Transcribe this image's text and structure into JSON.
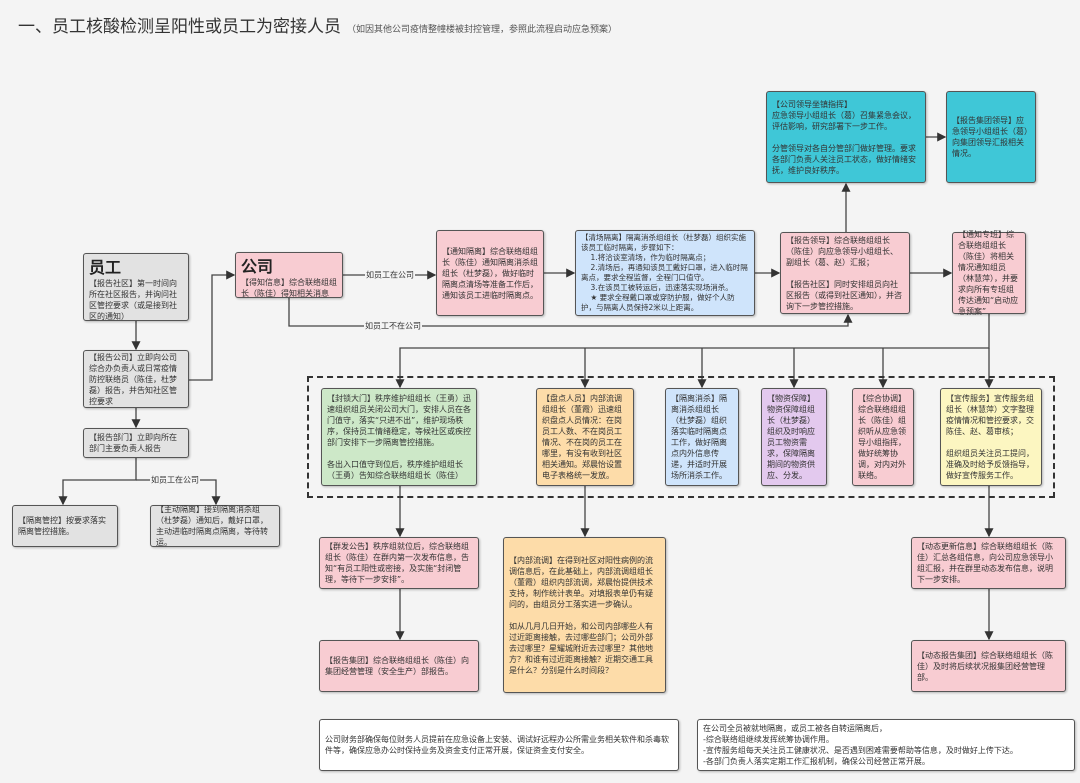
{
  "title": {
    "main": "一、员工核酸检测呈阳性或员工为密接人员",
    "note": "（如因其他公司疫情整幢楼被封控管理，参照此流程启动应急预案）"
  },
  "colors": {
    "grey": "#e2e2e2",
    "pink": "#f8ccd2",
    "blue": "#cfe4fb",
    "teal": "#3fc7d7",
    "green": "#cde8c8",
    "orange": "#fddca9",
    "purple": "#e3c9ee",
    "yellow": "#fcf6c1"
  },
  "edge_labels": {
    "in_company_1": "如员工在公司",
    "not_in_company": "如员工不在公司",
    "in_company_2": "如员工在公司"
  },
  "nodes": {
    "employee": {
      "heading": "员工",
      "text": "【报告社区】第一时间向所在社区报告，并询问社区管控要求（或是接到社区的通知）"
    },
    "report_company": {
      "text": "【报告公司】立即向公司综合办负责人或日常疫情防控联络员（陈佳，杜梦磊）报告，并告知社区管控要求"
    },
    "report_dept": {
      "text": "【报告部门】立即向所在部门主要负责人报告"
    },
    "isolation_control": {
      "text": "【隔离管控】按要求落实隔离管控措施。"
    },
    "self_isolation": {
      "text": "【主动隔离】接到隔离消杀组（杜梦磊）通知后，戴好口罩，主动进临时隔离点隔离，等待转运。"
    },
    "company": {
      "heading": "公司",
      "text": "【得知信息】综合联络组组长（陈佳）得知相关消息"
    },
    "notify_isolation": {
      "text": "【通知隔离】综合联络组组长（陈佳）通知隔离消杀组组长（杜梦磊），做好临时隔离点清场等准备工作后，通知该员工进临时隔离点。"
    },
    "clear_site": {
      "text": "【清场隔离】隔离消杀组组长（杜梦磊）组织实施该员工临时隔离，步骤如下：\n    1.将洽谈室清场，作为临时隔离点；\n    2.清场后，再通知该员工戴好口罩，进入临时隔离点，要求全程监督，全程门口值守。\n    3.在该员工被转运后，迅速落实现场消杀。\n    ★ 要求全程戴口罩或穿防护服，做好个人防护，与隔离人员保持2米以上距离。"
    },
    "report_leader": {
      "text": "【报告领导】综合联络组组长（陈佳）向应急领导小组组长、副组长（葛、赵）汇报；\n\n【报告社区】同时安排组员向社区报告（或得到社区通知），并咨询下一步管控措施。"
    },
    "notify_team": {
      "text": "【通知专班】综合联络组组长（陈佳）将相关情况通知组员（林慧萍），并要求向所有专班组传达通知“启动应急预案”"
    },
    "leader_command": {
      "text": "【公司领导坐镇指挥】\n应急领导小组组长（葛）召集紧急会议，评估影响，研究部署下一步工作。\n\n分管领导对各自分管部门做好管理。要求各部门负责人关注员工状态，做好情绪安抚，维护良好秩序。"
    },
    "report_group_leader": {
      "text": "【报告集团领导】应急领导小组组长（葛）向集团领导汇报相关情况。"
    },
    "lockdown_gate": {
      "text": "【封锁大门】秩序维护组组长（王勇）迅速组织组员关闭公司大门，安排人员在各门值守，落实“只进不出”，维护现场秩序，保持员工情绪稳定，等候社区或疾控部门安排下一步隔离管控措施。\n\n各出入口值守到位后，秩序维护组组长（王勇）告知综合联络组组长（陈佳）"
    },
    "headcount": {
      "text": "【盘点人员】内部流调组组长（董霞）迅速组织盘点人员情况：在岗员工人数、不在岗员工情况、不在岗的员工在哪里，有没有收到社区相关通知。郑晨怡设置电子表格统一发放。"
    },
    "disinfection": {
      "text": "【隔离消杀】隔离消杀组组长（杜梦磊）组织落实临时隔离点工作，做好隔离点内外信息传递，并适时开展场所消杀工作。"
    },
    "supplies": {
      "text": "【物资保障】物资保障组组长（杜梦磊）组织及时响应员工物资需求，保障隔离期间的物资供应、分发。"
    },
    "coordination": {
      "text": "【综合协调】综合联络组组长（陈佳）组织听从应急领导小组指挥，做好统筹协调，对内对外联络。"
    },
    "publicity": {
      "text": "【宣传服务】宣传服务组组长（林慧萍）文字整理疫情情况和管控要求，交陈佳、赵、葛审核；\n\n组织组员关注员工提问，准确及时给予反馈指导，做好宣传服务工作。"
    },
    "group_notice": {
      "text": "【群发公告】秩序组就位后，综合联络组组长（陈佳）在群内第一次发布信息，告知“有员工阳性或密接，及实施“封闭管理，等待下一步安排”。"
    },
    "report_group": {
      "text": "【报告集团】综合联络组组长（陈佳）向集团经营管理（安全生产）部报告。"
    },
    "internal_tracing": {
      "text": "【内部流调】在得到社区对阳性病例的流调信息后，在此基础上，内部流调组组长（董霞）组织内部流调，郑晨怡提供技术支持，制作统计表单。对填报表单仍有疑问的，由组员分工落实进一步确认。\n\n如从几月几日开始，和公司内部哪些人有过近距离接触，去过哪些部门；公司外部去过哪里？星耀城附近去过哪里？其他地方？和谁有过近距离接触？近期交通工具是什么？分别是什么时间段？"
    },
    "dynamic_update": {
      "text": "【动态更新信息】综合联络组组长（陈佳）汇总各组信息，向公司应急领导小组汇报，并在群里动态发布信息，说明下一步安排。"
    },
    "dynamic_report_group": {
      "text": "【动态报告集团】综合联络组组长（陈佳）及时将后续状况报集团经营管理部。"
    },
    "finance_note": {
      "text": "公司财务部确保每位财务人员提前在应急设备上安装、调试好远程办公所需业务相关软件和杀毒软件等，确保应急办公时保持业务及资金支付正常开展，保证资金支付安全。"
    },
    "after_note": {
      "text": "在公司全员被就地隔离，或员工被各自转运隔离后，\n-综合联络组继续发挥统筹协调作用。\n-宣传服务组每天关注员工健康状况、是否遇到困难需要帮助等信息，及时做好上传下达。\n-各部门负责人落实定期工作汇报机制，确保公司经营正常开展。"
    }
  }
}
